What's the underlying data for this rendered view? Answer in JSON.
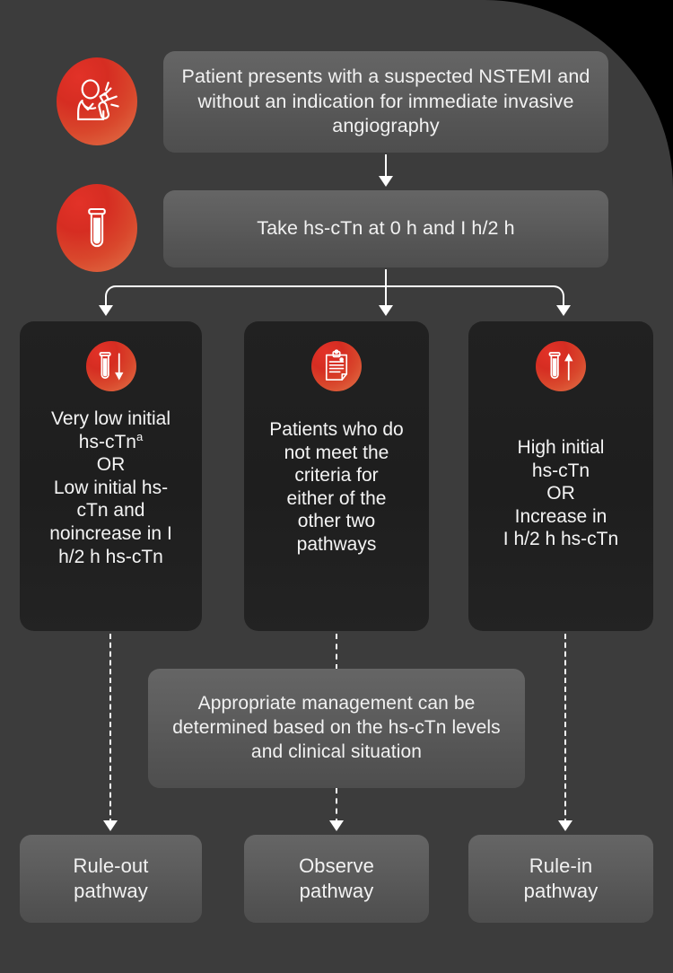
{
  "flowchart": {
    "title_step": {
      "label": "Patient presents with a suspected NSTEMI and without an indication for immediate invasive angiography",
      "icon": "patient-chest-pain-icon"
    },
    "test_step": {
      "label": "Take hs-cTn at 0 h and I h/2 h",
      "icon": "test-tube-icon"
    },
    "columns": [
      {
        "id": "very-low",
        "icon": "test-tube-down-arrow-icon",
        "lines": [
          "Very low initial",
          "hs-cTn",
          "OR",
          "Low initial hs-",
          "cTn and",
          "noincrease in I",
          "h/2 h hs-cTn"
        ],
        "superscript": "a",
        "outcome": {
          "line1": "Rule-out",
          "line2": "pathway"
        }
      },
      {
        "id": "observe",
        "icon": "clipboard-icon",
        "lines": [
          "Patients who do",
          "not meet the",
          "criteria for",
          "either of the",
          "other two",
          "pathways"
        ],
        "superscript": "",
        "outcome": {
          "line1": "Observe",
          "line2": "pathway"
        }
      },
      {
        "id": "high",
        "icon": "test-tube-up-arrow-icon",
        "lines": [
          "High initial",
          "hs-cTn",
          "OR",
          "Increase in",
          "I h/2 h hs-cTn"
        ],
        "superscript": "",
        "outcome": {
          "line1": "Rule-in",
          "line2": "pathway"
        }
      }
    ],
    "management_note": {
      "label": "Appropriate management can be determined based on the hs-cTn levels and clinical situation"
    }
  },
  "colors": {
    "background": "#3c3c3c",
    "outer": "#000000",
    "box_light": "#5a5a5a",
    "box_dark": "#1e1e1e",
    "accent_red": "#d62d22",
    "accent_orange": "#e1754a",
    "connector": "#ffffff",
    "text": "#f2f2f2"
  }
}
